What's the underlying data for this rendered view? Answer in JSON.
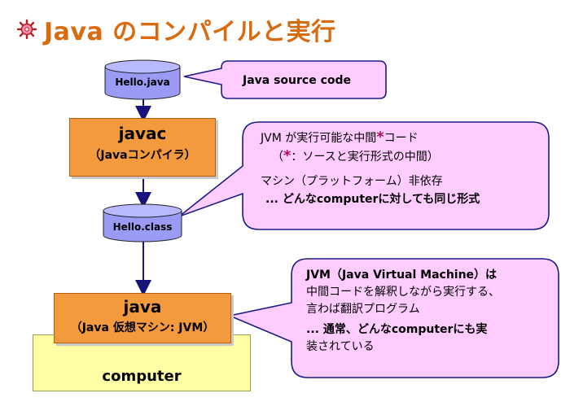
{
  "title": "Java のコンパイルと実行",
  "icon": "gear-icon",
  "nodes": {
    "source_file": "Hello.java",
    "compiler_name": "javac",
    "compiler_sub": "（Javaコンパイラ）",
    "class_file": "Hello.class",
    "vm_name": "java",
    "vm_sub": "（Java 仮想マシン: JVM）",
    "computer": "computer"
  },
  "callouts": {
    "source": "Java source code",
    "bytecode": {
      "line1": "JVM が実行可能な中間",
      "line1_star": "*",
      "line1_end": "コード",
      "line2_open": "（",
      "line2_star": "*",
      "line2_rest": "：ソースと実行形式の中間）",
      "line3": "マシン（プラットフォーム）非依存",
      "line4": "... どんなcomputerに対しても同じ形式"
    },
    "jvm": {
      "line1": "JVM（Java Virtual Machine）は",
      "line2": "中間コードを解釈しながら実行する、",
      "line3": "言わば翻訳プログラム",
      "line4": "... 通常、どんなcomputerにも実",
      "line5": "装されている"
    }
  },
  "colors": {
    "title": "#d86a0f",
    "cylinder": "#9b9bf6",
    "process_box": "#f49a3e",
    "computer": "#ffffa6",
    "callout": "#ffccff",
    "callout_border": "#1b1b8a",
    "arrow": "#14147a",
    "star": "#b0105a"
  }
}
